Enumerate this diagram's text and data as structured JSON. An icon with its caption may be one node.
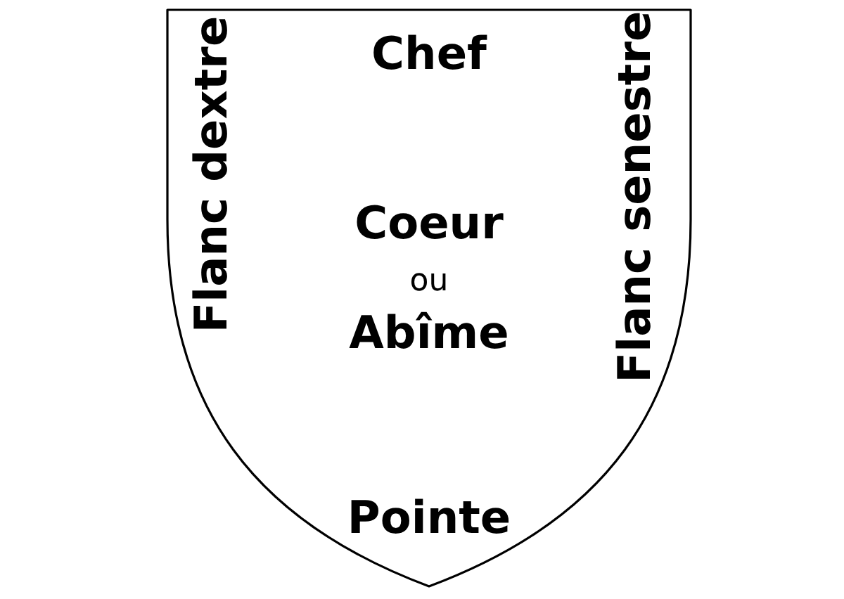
{
  "diagram": {
    "nodes": [
      {
        "text": [
          "Flanc dextre",
          "Chef",
          "Flanc senestre",
          "**Coeur** ou **Abîme**",
          "Pointe"
        ]
      }
    ]
  }
}
